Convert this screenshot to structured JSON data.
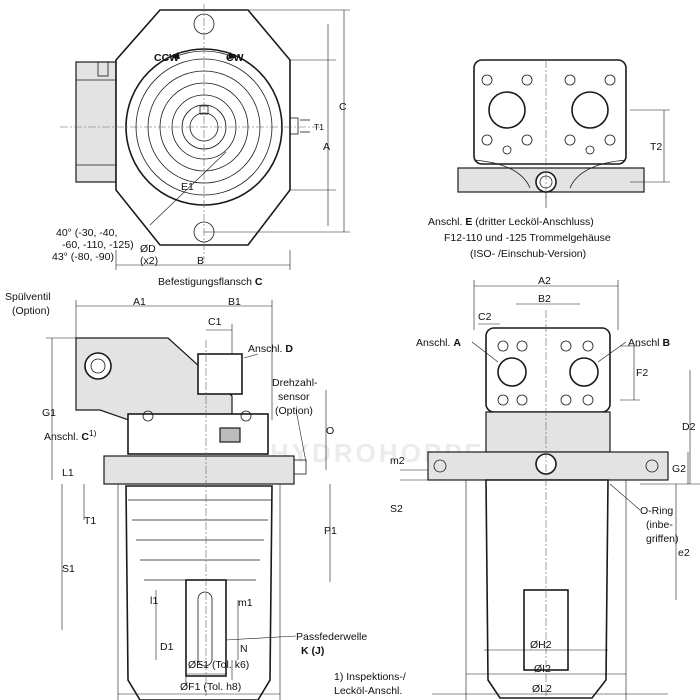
{
  "labels": {
    "ccw": "CCW",
    "cw": "CW",
    "C": "C",
    "A": "A",
    "E1": "E1",
    "T1_small": "T1",
    "angle_40": "40° (-30, -40,",
    "angle_40b": "-60, -110, -125)",
    "angle_43": "43° (-80, -90)",
    "D_dia": "ØD",
    "D_x2": "(x2)",
    "B": "B",
    "befestigungsflansch": "Befestigungsflansch",
    "befestigungsflansch_c": "C",
    "spuelventil_1": "Spülventil",
    "spuelventil_2": "(Option)",
    "A1": "A1",
    "B1": "B1",
    "C1": "C1",
    "anschl_d": "Anschl.",
    "anschl_d_b": "D",
    "drehzahl_1": "Drehzahl-",
    "drehzahl_2": "sensor",
    "drehzahl_3": "(Option)",
    "G1": "G1",
    "O": "O",
    "anschl_c": "Anschl.",
    "anschl_c_b": "C",
    "anschl_c_sup": "1)",
    "L1": "L1",
    "T1": "T1",
    "S1": "S1",
    "P1": "P1",
    "l1": "l1",
    "m1": "m1",
    "D1": "D1",
    "N": "N",
    "E1_dia": "ØE1",
    "E1_tol": "(Tol. k6)",
    "F1_dia": "ØF1",
    "F1_tol": "(Tol. h8)",
    "passfeder_1": "Passfederwelle",
    "passfeder_2": "K (J)",
    "inspektion_1": "1) Inspektions-/",
    "inspektion_2": "Lecköl-Anschl.",
    "T2": "T2",
    "anschl_e_1a": "Anschl.",
    "anschl_e_1b": "E",
    "anschl_e_1c": "(dritter Lecköl-Anschluss)",
    "anschl_e_2": "F12-110 und -125 Trommelgehäuse",
    "anschl_e_3": "(ISO- /Einschub-Version)",
    "A2": "A2",
    "B2": "B2",
    "C2": "C2",
    "anschl_a": "Anschl.",
    "anschl_a_b": "A",
    "anschl_b": "Anschl",
    "anschl_b_b": "B",
    "F2": "F2",
    "D2": "D2",
    "G2": "G2",
    "m2": "m2",
    "S2": "S2",
    "oring_1": "O-Ring",
    "oring_2": "(inbe-",
    "oring_3": "griffen)",
    "e2": "e2",
    "H2": "ØH2",
    "I2": "ØI2",
    "L2": "ØL2"
  },
  "watermark": "HYDROHOPPE PARTS"
}
